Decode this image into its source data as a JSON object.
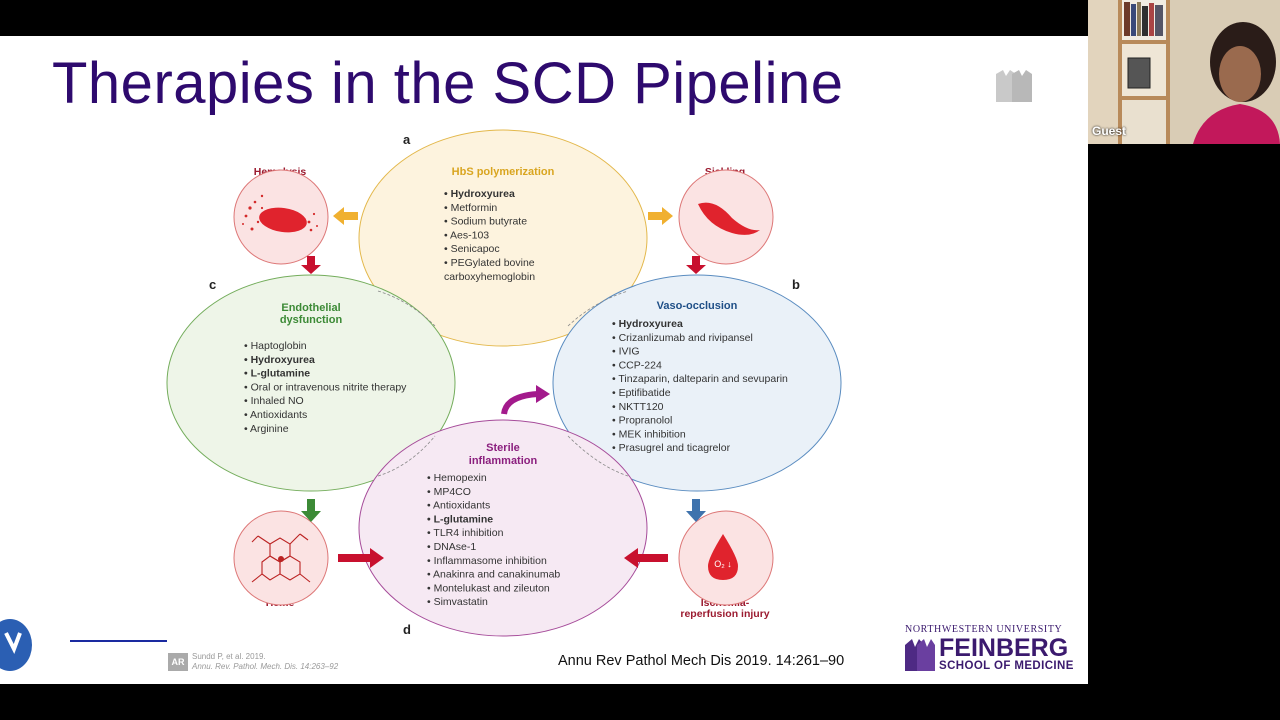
{
  "slide": {
    "title": "Therapies in the SCD Pipeline",
    "citation": "Annu Rev Pathol Mech Dis 2019. 14:261–90",
    "figure_credit_line1": "Sundd P, et al. 2019.",
    "figure_credit_line2": "Annu. Rev. Pathol. Mech. Dis. 14:263–92",
    "ar_logo_text": "AR"
  },
  "diagram": {
    "panel_letters": {
      "a": "a",
      "b": "b",
      "c": "c",
      "d": "d"
    },
    "hbs": {
      "title": "HbS polymerization",
      "items": [
        {
          "text": "Hydroxyurea",
          "bold": true
        },
        {
          "text": "Metformin",
          "bold": false
        },
        {
          "text": "Sodium butyrate",
          "bold": false
        },
        {
          "text": "Aes-103",
          "bold": false
        },
        {
          "text": "Senicapoc",
          "bold": false
        },
        {
          "text": "PEGylated bovine",
          "bold": false
        },
        {
          "text": "carboxyhemoglobin",
          "bold": false,
          "continuation": true
        }
      ]
    },
    "endothelial": {
      "title_line1": "Endothelial",
      "title_line2": "dysfunction",
      "items": [
        {
          "text": "Haptoglobin",
          "bold": false
        },
        {
          "text": "Hydroxyurea",
          "bold": true
        },
        {
          "text": "L-glutamine",
          "bold": true
        },
        {
          "text": "Oral or intravenous nitrite therapy",
          "bold": false
        },
        {
          "text": "Inhaled NO",
          "bold": false
        },
        {
          "text": "Antioxidants",
          "bold": false
        },
        {
          "text": "Arginine",
          "bold": false
        }
      ]
    },
    "vaso": {
      "title": "Vaso-occlusion",
      "items": [
        {
          "text": "Hydroxyurea",
          "bold": true
        },
        {
          "text": "Crizanlizumab and rivipansel",
          "bold": false
        },
        {
          "text": "IVIG",
          "bold": false
        },
        {
          "text": "CCP-224",
          "bold": false
        },
        {
          "text": "Tinzaparin, dalteparin and sevuparin",
          "bold": false
        },
        {
          "text": "Eptifibatide",
          "bold": false
        },
        {
          "text": "NKTT120",
          "bold": false
        },
        {
          "text": "Propranolol",
          "bold": false
        },
        {
          "text": "MEK inhibition",
          "bold": false
        },
        {
          "text": "Prasugrel and ticagrelor",
          "bold": false
        }
      ]
    },
    "sterile": {
      "title_line1": "Sterile",
      "title_line2": "inflammation",
      "items": [
        {
          "text": "Hemopexin",
          "bold": false
        },
        {
          "text": "MP4CO",
          "bold": false
        },
        {
          "text": "Antioxidants",
          "bold": false
        },
        {
          "text": "L-glutamine",
          "bold": true
        },
        {
          "text": "TLR4 inhibition",
          "bold": false
        },
        {
          "text": "DNAse-1",
          "bold": false
        },
        {
          "text": "Inflammasome inhibition",
          "bold": false
        },
        {
          "text": "Anakinra and canakinumab",
          "bold": false
        },
        {
          "text": "Montelukast and zileuton",
          "bold": false
        },
        {
          "text": "Simvastatin",
          "bold": false
        }
      ]
    },
    "hemolysis_label": "Hemolysis",
    "sickling_label": "Sickling",
    "heme_label": "Heme",
    "ischemia_label_line1": "Ischemia-",
    "ischemia_label_line2": "reperfusion injury",
    "o2_label": "O₂ ↓",
    "colors": {
      "hbs": "#d9a520",
      "endothelial": "#3c8a36",
      "vaso": "#1f4f87",
      "sterile": "#8b1f7e",
      "red": "#c8102e"
    }
  },
  "branding": {
    "nu_text": "NORTHWESTERN UNIVERSITY",
    "feinberg": "FEINBERG",
    "school": "SCHOOL OF MEDICINE"
  },
  "video": {
    "participant_name": "Guest"
  }
}
